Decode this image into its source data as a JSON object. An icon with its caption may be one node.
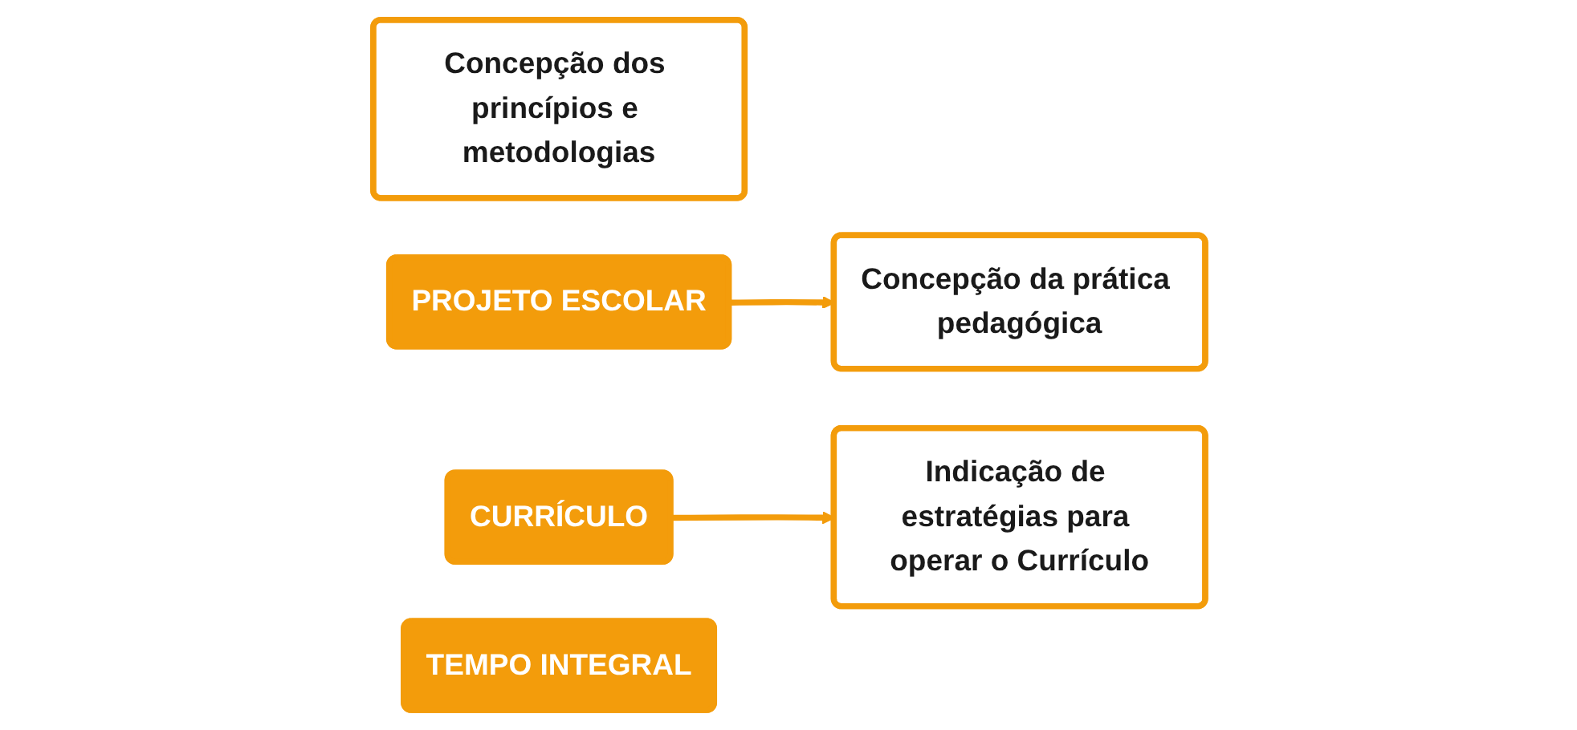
{
  "diagram": {
    "nodes": [
      {
        "text": [
          "Concepção dos princípios e metodologias"
        ]
      },
      {
        "text": [
          "PROJETO ESCOLAR"
        ]
      },
      {
        "text": [
          "CURRÍCULO"
        ]
      },
      {
        "text": [
          "Concepção da prática pedagógica"
        ]
      },
      {
        "text": [
          "Indicação de estratégias para operar o Currículo"
        ]
      },
      {
        "text": [
          "TEMPO INTEGRAL"
        ]
      }
    ],
    "edges": [
      {
        "from": 1,
        "to": 3,
        "arrow": "to"
      },
      {
        "from": 2,
        "to": 4,
        "arrow": "to"
      }
    ]
  }
}
